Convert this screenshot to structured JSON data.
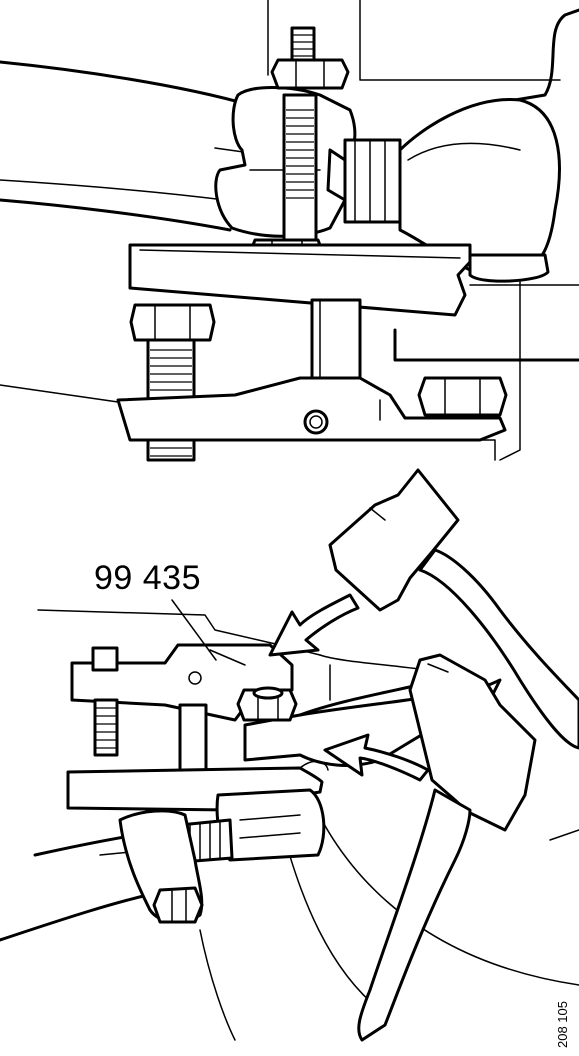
{
  "illustration": {
    "tool_label": "99 435",
    "figure_number": "208 105"
  },
  "steps": [
    {
      "name": "step-1",
      "content": "tool-mounted-on-ball-joint"
    },
    {
      "name": "step-2",
      "content": "hammer-blows-on-steering-arm"
    }
  ]
}
